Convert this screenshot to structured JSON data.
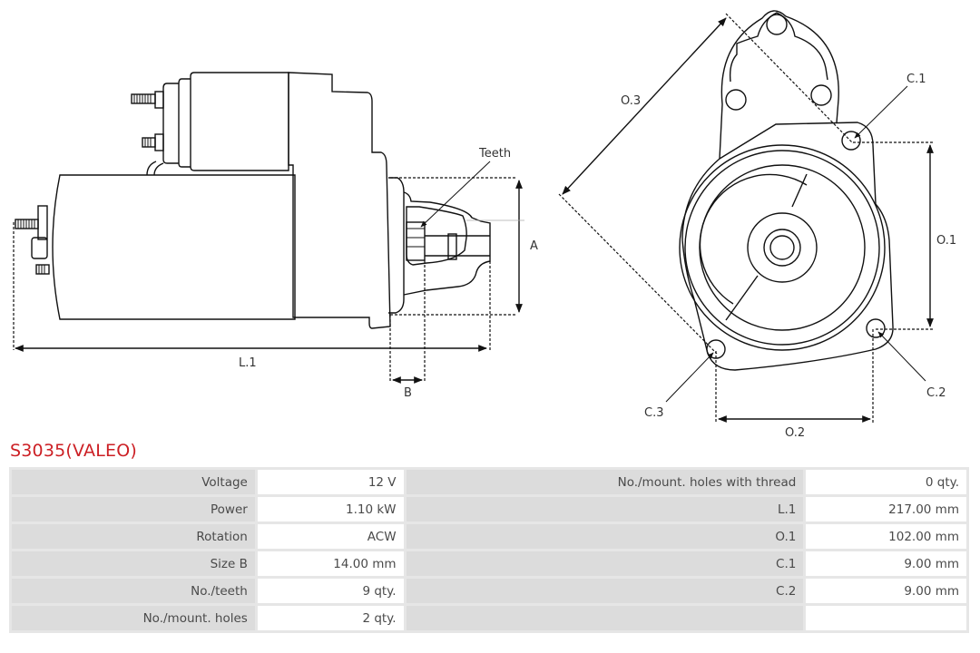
{
  "product": {
    "title": "S3035(VALEO)"
  },
  "drawing_labels": {
    "teeth": "Teeth",
    "a": "A",
    "b": "B",
    "l1": "L.1",
    "o1": "O.1",
    "o2": "O.2",
    "o3": "O.3",
    "c1": "C.1",
    "c2": "C.2",
    "c3": "C.3"
  },
  "specs": {
    "rows": [
      {
        "left_label": "Voltage",
        "left_value": "12 V",
        "right_label": "No./mount. holes with thread",
        "right_value": "0 qty."
      },
      {
        "left_label": "Power",
        "left_value": "1.10 kW",
        "right_label": "L.1",
        "right_value": "217.00 mm"
      },
      {
        "left_label": "Rotation",
        "left_value": "ACW",
        "right_label": "O.1",
        "right_value": "102.00 mm"
      },
      {
        "left_label": "Size B",
        "left_value": "14.00 mm",
        "right_label": "C.1",
        "right_value": "9.00 mm"
      },
      {
        "left_label": "No./teeth",
        "left_value": "9 qty.",
        "right_label": "C.2",
        "right_value": "9.00 mm"
      },
      {
        "left_label": "No./mount. holes",
        "left_value": "2 qty.",
        "right_label": "",
        "right_value": ""
      }
    ]
  }
}
